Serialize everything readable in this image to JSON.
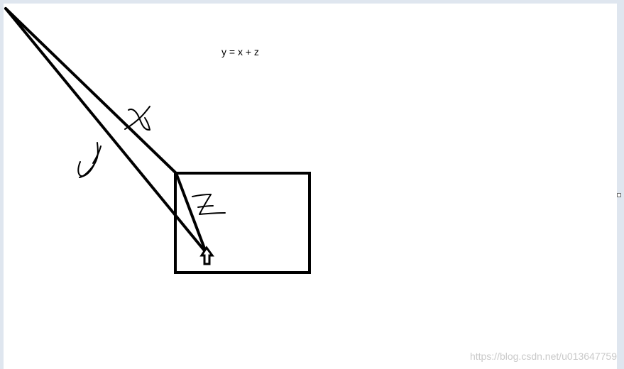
{
  "formula": "y = x + z",
  "labels": {
    "x": "x",
    "y": "y",
    "z": "z"
  },
  "watermark": "https://blog.csdn.net/u013647759",
  "colors": {
    "stroke": "#000000",
    "canvas": "#ffffff",
    "frame": "#dfe6ef",
    "watermark": "#c9c9c9"
  }
}
